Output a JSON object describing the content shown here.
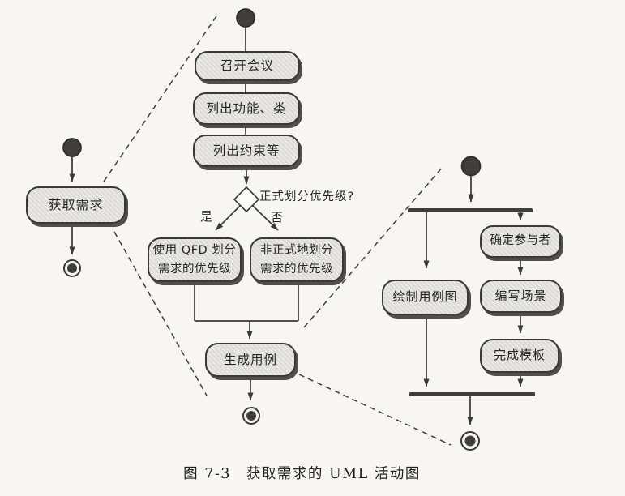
{
  "caption": "图 7-3　获取需求的 UML 活动图",
  "overview": {
    "acquire_requirements": "获取需求"
  },
  "meeting_flow": {
    "hold_meeting": "召开会议",
    "list_functions_classes": "列出功能、类",
    "list_constraints": "列出约束等",
    "decision_question": "正式划分优先级?",
    "branch_yes": "是",
    "branch_no": "否",
    "qfd": {
      "line1": "使用 QFD 划分",
      "line2": "需求的优先级"
    },
    "informal": {
      "line1": "非正式地划分",
      "line2": "需求的优先级"
    },
    "generate_use_cases": "生成用例"
  },
  "use_case_flow": {
    "identify_participants": "确定参与者",
    "draw_use_case_diagram": "绘制用例图",
    "write_scenarios": "编写场景",
    "complete_template": "完成模板"
  },
  "colors": {
    "background": "#f7f6f3",
    "node_fill": "#e2e1dd",
    "node_border": "#3a3936",
    "node_shadow": "#514f4c",
    "connector": "#3a3936",
    "text": "#262522"
  }
}
